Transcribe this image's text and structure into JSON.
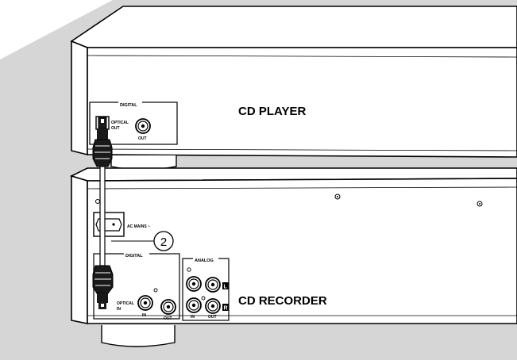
{
  "devices": {
    "player": {
      "title": "CD PLAYER",
      "section_digital": "DIGITAL",
      "optical_line1": "OPTICAL",
      "optical_line2": "OUT",
      "coax_out": "OUT"
    },
    "recorder": {
      "title": "CD RECORDER",
      "ac_mains": "AC MAINS ~",
      "section_digital": "DIGITAL",
      "optical_line1": "OPTICAL",
      "optical_line2": "IN",
      "coax_in": "IN",
      "coax_out": "OUT",
      "section_analog": "ANALOG",
      "analog_in": "IN",
      "analog_out": "OUT",
      "channel_left": "L",
      "channel_right": "R"
    }
  },
  "callout": {
    "number": "2"
  },
  "colors": {
    "background_gray": "#d6d6d6",
    "line": "#000000",
    "cable": "#1a1a1a"
  }
}
